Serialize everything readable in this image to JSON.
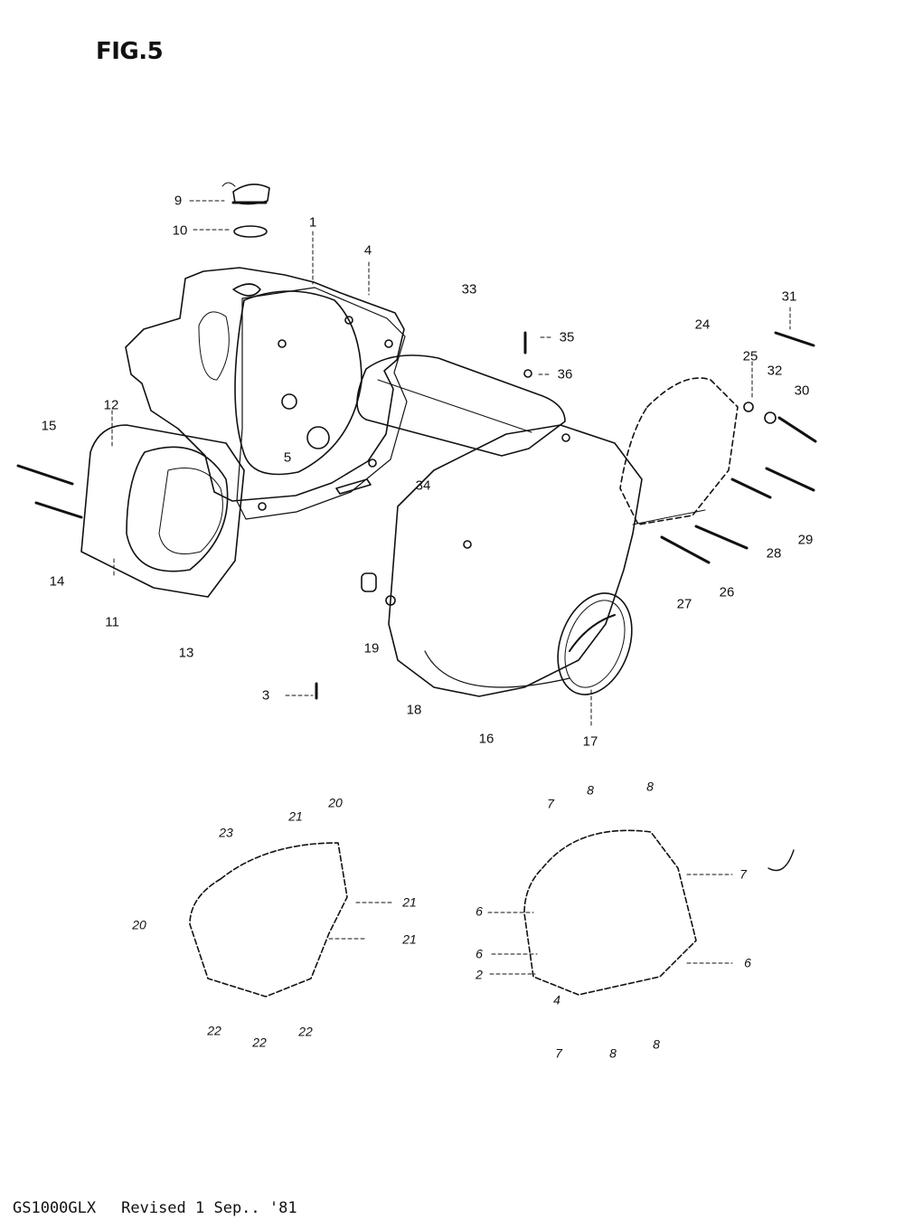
{
  "figure": {
    "title": "FIG.5"
  },
  "footer": {
    "model": "GS1000GLX",
    "revision": "Revised 1 Sep.. '81"
  },
  "colors": {
    "ink": "#111111",
    "paper": "#ffffff"
  },
  "callouts": {
    "c1": "1",
    "c2": "2",
    "c3": "3",
    "c4": "4",
    "c4b": "4",
    "c5": "5",
    "c6a": "6",
    "c6b": "6",
    "c6c": "6",
    "c7a": "7",
    "c7b": "7",
    "c7c": "7",
    "c8a": "8",
    "c8b": "8",
    "c8c": "8",
    "c8d": "8",
    "c9": "9",
    "c10": "10",
    "c11": "11",
    "c12": "12",
    "c13": "13",
    "c14": "14",
    "c15": "15",
    "c16": "16",
    "c17": "17",
    "c18": "18",
    "c19": "19",
    "c20a": "20",
    "c20b": "20",
    "c21a": "21",
    "c21b": "21",
    "c21c": "21",
    "c22a": "22",
    "c22b": "22",
    "c22c": "22",
    "c23": "23",
    "c24": "24",
    "c25": "25",
    "c26": "26",
    "c27": "27",
    "c28": "28",
    "c29": "29",
    "c30": "30",
    "c31": "31",
    "c32": "32",
    "c33": "33",
    "c34": "34",
    "c35": "35",
    "c36": "36"
  }
}
